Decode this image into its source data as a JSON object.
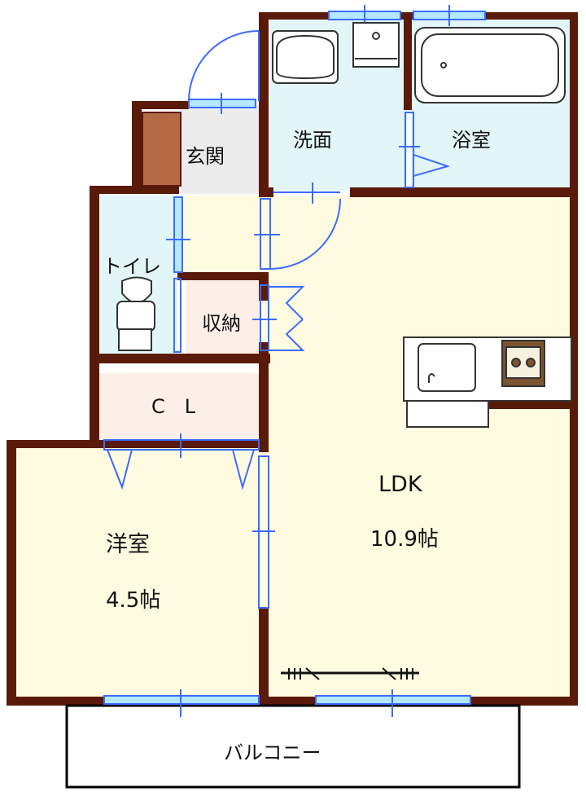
{
  "rooms": {
    "entrance": {
      "name": "玄関"
    },
    "washroom": {
      "name": "洗面"
    },
    "bathroom": {
      "name": "浴室"
    },
    "toilet": {
      "name": "トイレ"
    },
    "storage": {
      "name": "収納"
    },
    "closet": {
      "name": "C　L"
    },
    "bedroom": {
      "name": "洋室",
      "size": "4.5帖"
    },
    "ldk": {
      "name": "LDK",
      "size": "10.9帖"
    },
    "balcony": {
      "name": "バルコニー"
    }
  },
  "colors": {
    "wall": "#5a1a0a",
    "window": "#3b6cff",
    "ldk_floor": "#fffbe0",
    "wet_area": "#e2f6f8",
    "entrance_floor": "#ececec",
    "closet_floor": "#fcefe8",
    "shoe_box": "#b36a45"
  }
}
